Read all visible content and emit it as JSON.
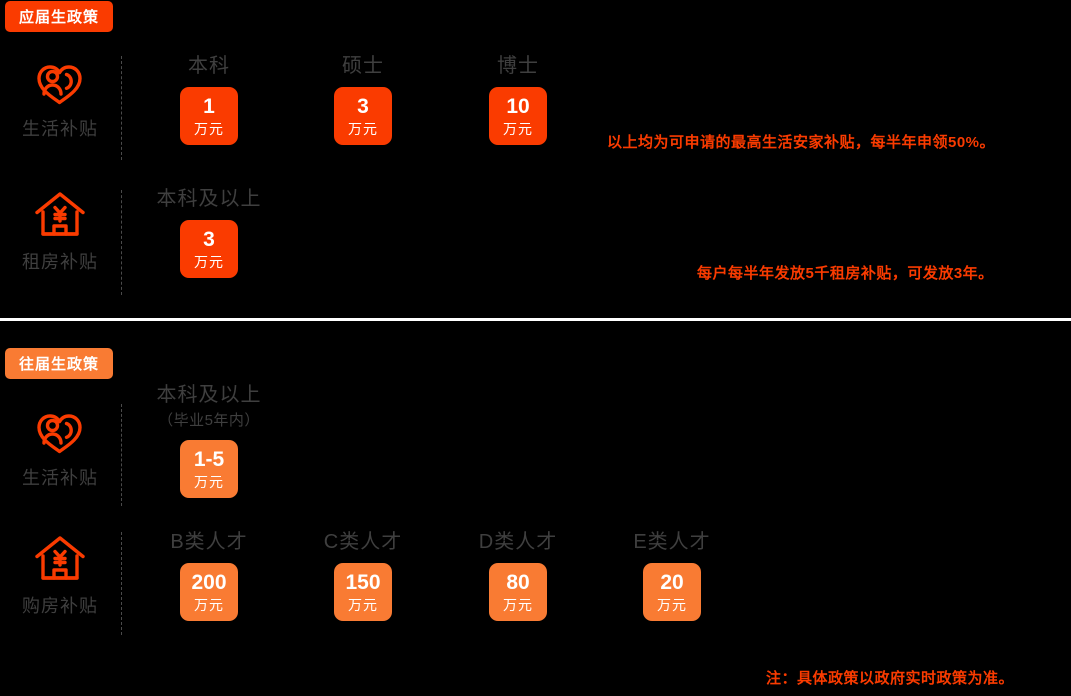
{
  "sections": [
    {
      "badge": "应届生政策",
      "rows": [
        {
          "icon": "heart-person-icon",
          "label": "生活补贴",
          "cells": [
            {
              "tier": "本科",
              "sub": "",
              "num": "1",
              "unit": "万元"
            },
            {
              "tier": "硕士",
              "sub": "",
              "num": "3",
              "unit": "万元"
            },
            {
              "tier": "博士",
              "sub": "",
              "num": "10",
              "unit": "万元"
            }
          ],
          "note": "以上均为可申请的最高生活安家补贴，每半年申领50%。"
        },
        {
          "icon": "house-yuan-icon",
          "label": "租房补贴",
          "cells": [
            {
              "tier": "本科及以上",
              "sub": "",
              "num": "3",
              "unit": "万元"
            }
          ],
          "note": "每户每半年发放5千租房补贴，可发放3年。"
        }
      ]
    },
    {
      "badge": "往届生政策",
      "rows": [
        {
          "icon": "heart-person-icon",
          "label": "生活补贴",
          "cells": [
            {
              "tier": "本科及以上",
              "sub": "（毕业5年内）",
              "num": "1-5",
              "unit": "万元"
            }
          ],
          "note": ""
        },
        {
          "icon": "house-yuan-icon",
          "label": "购房补贴",
          "cells": [
            {
              "tier": "B类人才",
              "sub": "",
              "num": "200",
              "unit": "万元"
            },
            {
              "tier": "C类人才",
              "sub": "",
              "num": "150",
              "unit": "万元"
            },
            {
              "tier": "D类人才",
              "sub": "",
              "num": "80",
              "unit": "万元"
            },
            {
              "tier": "E类人才",
              "sub": "",
              "num": "20",
              "unit": "万元"
            }
          ],
          "note": ""
        }
      ]
    }
  ],
  "footer_note": "注：具体政策以政府实时政策为准。",
  "colors": {
    "background": "#000000",
    "accent_hot": "#fa3b00",
    "accent_warm": "#f97b33",
    "tier_text": "#3f3f3f",
    "divider": "#ffffff"
  }
}
